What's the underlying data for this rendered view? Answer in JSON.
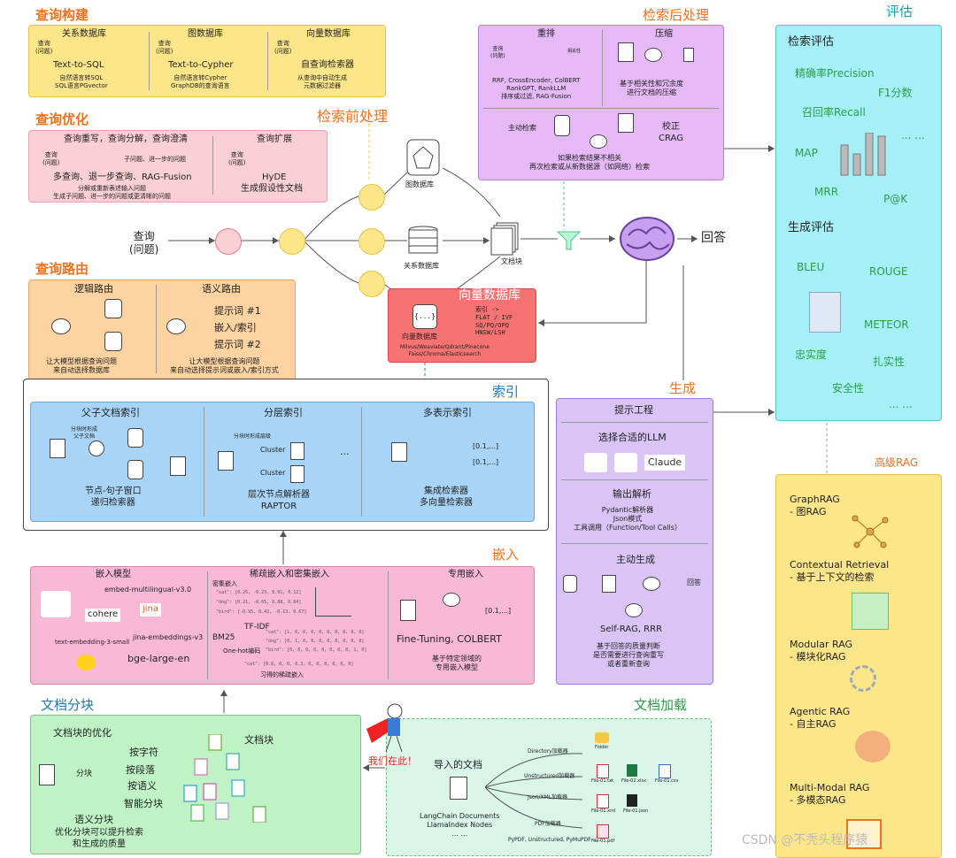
{
  "colors": {
    "yellow": "#fde68a",
    "pink": "#fbcfd6",
    "orange": "#fcd3a1",
    "purple": "#e4b9f5",
    "cyan": "#a5f0f7",
    "blue": "#a8d4f7",
    "rosa": "#f9b8d6",
    "green": "#bff2c4",
    "mint": "#d8f5e7",
    "red": "#f77272",
    "gold": "#fde68a",
    "title_orange": "#f2711c",
    "title_blue": "#1f78b4",
    "green_text": "#2d9c4a"
  },
  "query_build": {
    "title": "查询构建",
    "c1": {
      "head": "关系数据库",
      "left": "查询\n(问题)",
      "name": "Text-to-SQL",
      "desc": "自然语言转SQL\nSQL语言PGvector"
    },
    "c2": {
      "head": "图数据库",
      "left": "查询\n(问题)",
      "name": "Text-to-Cypher",
      "desc": "自然语言转Cypher\nGraphDB的查询语言"
    },
    "c3": {
      "head": "向量数据库",
      "left": "查询\n(问题)",
      "name": "自查询检索器",
      "desc": "从查询中自动生成\n元数据过滤器"
    }
  },
  "query_opt": {
    "title": "查询优化",
    "c1": {
      "head": "查询重写，查询分解，查询澄清",
      "left": "查询\n(问题)",
      "arrow": "子问题、进一步的问题",
      "name": "多查询、退一步查询、RAG-Fusion",
      "desc": "分解或重新表述输入问题\n生成子问题、进一步的问题或更清晰的问题"
    },
    "c2": {
      "head": "查询扩展",
      "left": "查询\n(问题)",
      "name": "HyDE",
      "desc": "生成假设性文档"
    }
  },
  "routing": {
    "title": "查询路由",
    "c1": {
      "head": "逻辑路由",
      "desc": "让大模型根据查询问题\n来自动选择数据库"
    },
    "c2": {
      "head": "语义路由",
      "p1": "提示词 #1",
      "p2": "嵌入/索引",
      "p3": "提示词 #2",
      "desc": "让大模型根据查询问题\n来自动选择提示词或嵌入/索引方式"
    }
  },
  "pre": {
    "title": "检索前处理"
  },
  "center": {
    "query": "查询\n(问题)",
    "graph_db": "图数据库",
    "rel_db": "关系数据库",
    "chunks": "文档块",
    "answer": "回答"
  },
  "vectordb": {
    "title": "向量数据库",
    "label": "向量数据库",
    "index": "索引 ->\nFLAT / IVF\nSQ/PQ/OPQ\nHNSW/LSH",
    "list": "Milvus/Weaviate/Qdrant/Pinecone\nFaiss/Chroma/Elasticsearch",
    "icon": "{...}"
  },
  "post": {
    "title": "检索后处理",
    "rerank": {
      "head": "重排",
      "q": "查询\n(问题)",
      "rel": "相关性",
      "models": "RRF, CrossEncoder, ColBERT\nRankGPT, RankLLM\n排序或过滤, RAG-Fusion"
    },
    "compress": {
      "head": "压缩",
      "desc": "基于相关性和冗余度\n进行文档的压缩"
    },
    "active": {
      "head": "主动检索",
      "name": "校正\nCRAG",
      "desc": "如果检索结果不相关\n再次检索或从新数据源（如网络）检索"
    }
  },
  "eval": {
    "title": "评估",
    "retrieval": "检索评估",
    "precision": "精确率Precision",
    "f1": "F1分数",
    "recall": "召回率Recall",
    "dots1": "... ...",
    "map": "MAP",
    "mrr": "MRR",
    "pk": "P@K",
    "gen": "生成评估",
    "bleu": "BLEU",
    "rouge": "ROUGE",
    "meteor": "METEOR",
    "faith": "忠实度",
    "fact": "扎实性",
    "safe": "安全性",
    "dots2": "... ..."
  },
  "index": {
    "title": "索引",
    "c1": {
      "head": "父子文档索引",
      "split": "分块时形成\n父子文档",
      "desc": "节点-句子窗口\n递归检索器"
    },
    "c2": {
      "head": "分层索引",
      "split": "分块时形成层级",
      "cl1": "Cluster",
      "cl2": "Cluster",
      "dots": "...",
      "desc": "层次节点解析器\nRAPTOR"
    },
    "c3": {
      "head": "多表示索引",
      "v1": "[0.1,...]",
      "v2": "[0.1,...]",
      "desc": "集成检索器\n多向量检索器"
    }
  },
  "generate": {
    "title": "生成",
    "prompt": "提示工程",
    "llm": "选择合适的LLM",
    "claude": "Claude",
    "parse": "输出解析",
    "parse_desc": "Pydantic解析器\nJson模式\n工具调用（Function/Tool Calls）",
    "active": "主动生成",
    "ans": "回答",
    "selfrag": "Self-RAG, RRR",
    "desc": "基于回答的质量判断\n是否需要进行查询重写\n或者重新查询"
  },
  "adv": {
    "title": "高级RAG",
    "g1": "GraphRAG\n- 图RAG",
    "g2": "Contextual Retrieval\n- 基于上下文的检索",
    "g3": "Modular RAG\n- 模块化RAG",
    "g4": "Agentic RAG\n- 自主RAG",
    "g5": "Multi-Modal RAG\n- 多模态RAG"
  },
  "embed": {
    "title": "嵌入",
    "c1": {
      "head": "嵌入模型",
      "m1": "embed-multilingual-v3.0",
      "cohere": "cohere",
      "jina": "jina",
      "m2": "jina-embeddings-v3",
      "m3": "text-embedding-3-small",
      "m4": "bge-large-en"
    },
    "c2": {
      "head": "稀疏嵌入和密集嵌入",
      "dense": "密集嵌入",
      "d1": "\"cat\": [0.25, -0.23, 0.91, 0.12]",
      "d2": "\"dog\": [0.21, -0.65, 0.88, 0.04]",
      "d3": "\"bird\": [-0.95, 0.42, -0.13, 0.67]",
      "tfidf": "TF-IDF",
      "bm25": "BM25",
      "onehot": "One-hot编码",
      "s1": "\"cat\": [1, 0, 0, 0, 0, 0, 0, 0, 0, 0]",
      "s2": "\"dog\": [0, 1, 0, 0, 0, 0, 0, 0, 0, 0]",
      "s3": "\"bird\": [0, 0, 0, 0, 0, 0, 0, 0, 1, 0]",
      "s4": "\"cat\": [0.8, 0, 0, 0.3, 0, 0, 0, 0, 0, 0]",
      "learned": "习得的稀疏嵌入"
    },
    "c3": {
      "head": "专用嵌入",
      "vec": "[0.1,...]",
      "name": "Fine-Tuning, COLBERT",
      "desc": "基于特定领域的\n专用嵌入模型"
    }
  },
  "chunk": {
    "title": "文档分块",
    "opt": "文档块的优化",
    "chunks": "文档块",
    "split": "分块",
    "b1": "按字符",
    "b2": "按段落",
    "b3": "按语义",
    "b4": "智能分块",
    "sem": "语义分块",
    "desc": "优化分块可以提升检索\n和生成的质量"
  },
  "load": {
    "title": "文档加载",
    "here": "我们在此！",
    "imported": "导入的文档",
    "lib": "LangChain Documents\nLlamaIndex Nodes\n... ...",
    "l1": "Directory加载器",
    "l2": "Unstructured加载器",
    "l3": "Json/XML加载器",
    "l4": "PDF加载器",
    "pdflibs": "PyPDF, Unstructured, PyMuPDF ...",
    "f1": "Folder",
    "f2": "File-01.txt",
    "f3": "File-02.xlsx",
    "f4": "File-01.csv",
    "f5": "File-01.xml",
    "f6": "File-01.json",
    "f7": "File-01.pdf"
  },
  "watermark": "CSDN @不秃头程序猿"
}
